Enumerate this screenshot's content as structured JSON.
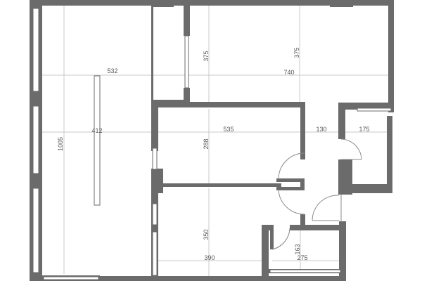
{
  "plan": {
    "type": "apartment-floor-plan",
    "wall_color": "#6b6b6b",
    "dimension_line_color": "#c8c8c8",
    "label_color": "#555555"
  },
  "dimensions": {
    "living_width": "532",
    "living_height": "1005",
    "living_partition": "412",
    "top_room_height_left": "375",
    "top_room_height_right": "375",
    "top_room_width": "740",
    "bedroom_width": "535",
    "bedroom_height": "288",
    "hall_width": "130",
    "bath_width": "175",
    "lower_room_height": "350",
    "lower_room_width": "390",
    "wc_height": "163",
    "wc_width": "275"
  }
}
